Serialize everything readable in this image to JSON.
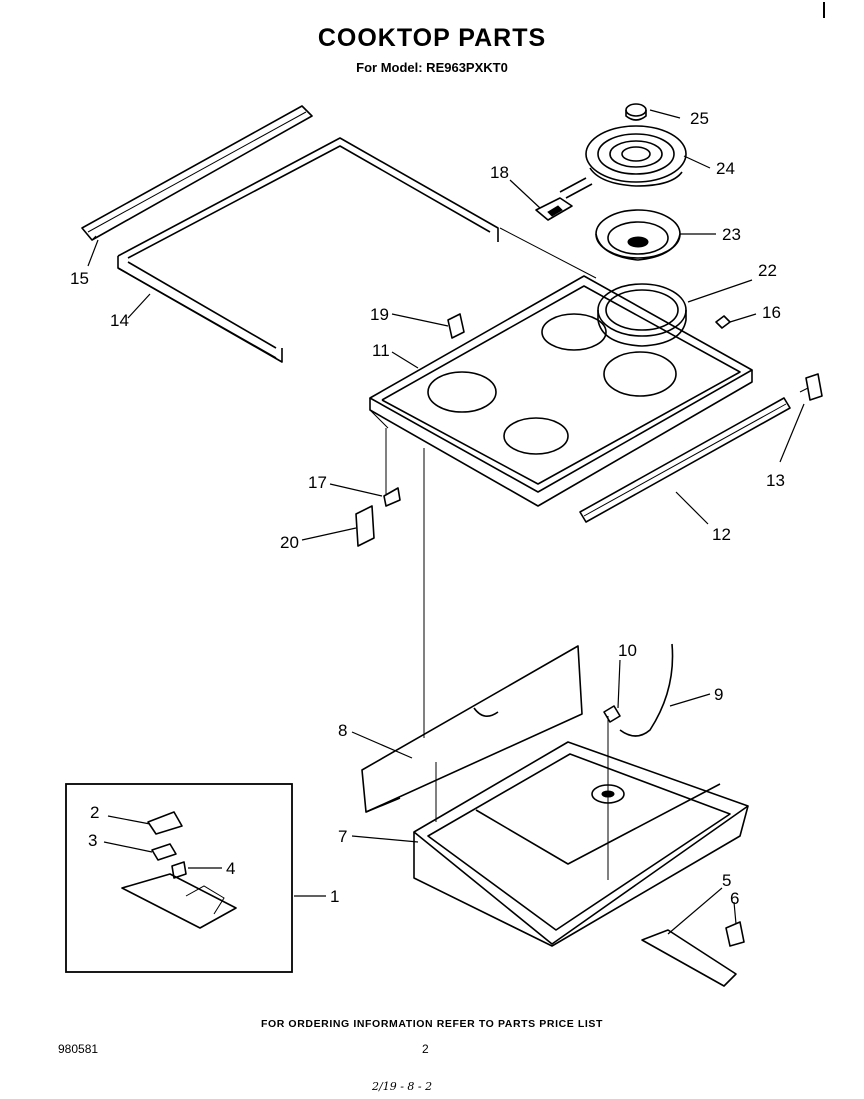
{
  "header": {
    "title": "COOKTOP PARTS",
    "subtitle": "For Model: RE963PXKT0"
  },
  "footer": {
    "ordering_note": "FOR ORDERING INFORMATION REFER TO PARTS PRICE LIST",
    "doc_number": "980581",
    "page_number": "2",
    "handwritten_note": "2/19 - 8 - 2"
  },
  "callouts": [
    "1",
    "2",
    "3",
    "4",
    "5",
    "6",
    "7",
    "8",
    "9",
    "10",
    "11",
    "12",
    "13",
    "14",
    "15",
    "16",
    "17",
    "18",
    "19",
    "20",
    "22",
    "23",
    "24",
    "25"
  ]
}
